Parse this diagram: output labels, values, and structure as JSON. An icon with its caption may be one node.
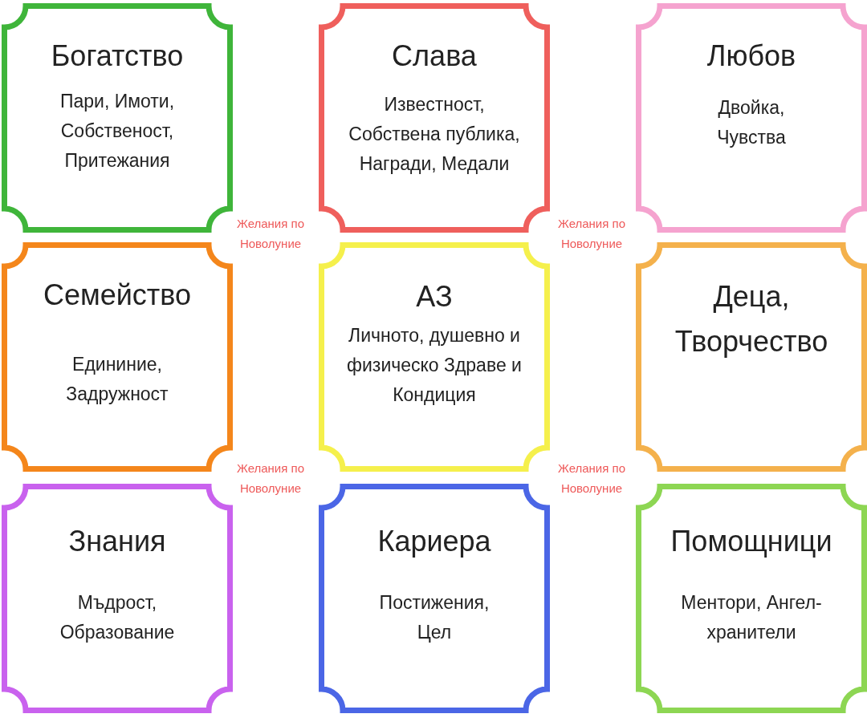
{
  "diagram": {
    "nodes": [
      {
        "text": [
          "Богатство",
          "Пари, Имоти, Собственост, Притежания"
        ]
      },
      {
        "text": [
          "Слава",
          "Известност, Собствена публика, Награди, Медали"
        ]
      },
      {
        "text": [
          "Любов",
          "Двойка, Чувства"
        ]
      },
      {
        "text": [
          "Семейство",
          "Едининие, Задружност"
        ]
      },
      {
        "text": [
          "АЗ",
          "Личното, душевно и физическо Здраве и Кондиция"
        ]
      },
      {
        "text": [
          "Деца, Творчество"
        ]
      },
      {
        "text": [
          "Знания",
          "Мъдрост, Образование"
        ]
      },
      {
        "text": [
          "Кариера",
          "Постижения, Цел"
        ]
      },
      {
        "text": [
          "Помощници",
          "Ментори, Ангел-хранители"
        ]
      }
    ],
    "labels": [
      "Желания по Новолуние",
      "Желания по Новолуние",
      "Желания по Новолуние",
      "Желания по Новолуние"
    ]
  }
}
